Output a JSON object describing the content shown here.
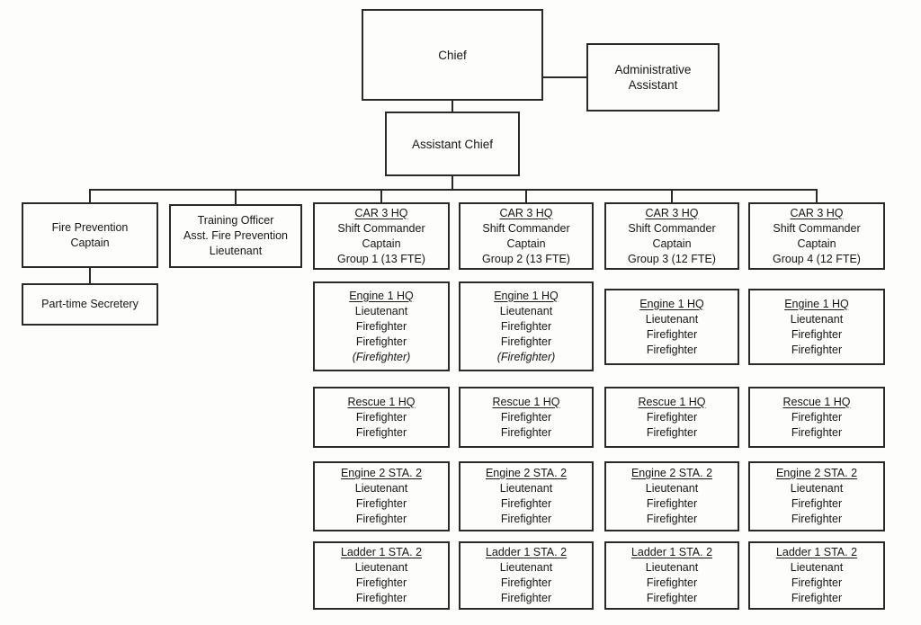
{
  "org": {
    "chief": {
      "label": "Chief"
    },
    "admin_assistant": {
      "lines": [
        "Administrative",
        "Assistant"
      ]
    },
    "assistant_chief": {
      "label": "Assistant Chief"
    },
    "fire_prevention_captain": {
      "lines": [
        "Fire Prevention",
        "Captain"
      ]
    },
    "part_time_secretary": {
      "label": "Part-time Secretery"
    },
    "training_officer": {
      "lines": [
        "Training Officer",
        "Asst. Fire Prevention",
        "Lieutenant"
      ]
    },
    "shift_groups": [
      {
        "header": "CAR 3 HQ",
        "lines": [
          "Shift Commander",
          "Captain",
          "Group 1 (13 FTE)"
        ]
      },
      {
        "header": "CAR 3 HQ",
        "lines": [
          "Shift Commander",
          "Captain",
          "Group 2 (13 FTE)"
        ]
      },
      {
        "header": "CAR 3 HQ",
        "lines": [
          "Shift Commander",
          "Captain",
          "Group 3 (12 FTE)"
        ]
      },
      {
        "header": "CAR 3 HQ",
        "lines": [
          "Shift Commander",
          "Captain",
          "Group 4 (12 FTE)"
        ]
      }
    ],
    "columns": [
      {
        "units": [
          {
            "header": "Engine 1 HQ",
            "lines": [
              "Lieutenant",
              "Firefighter",
              "Firefighter",
              "(Firefighter)"
            ]
          },
          {
            "header": "Rescue 1 HQ",
            "lines": [
              "Firefighter",
              "Firefighter"
            ]
          },
          {
            "header": "Engine 2 STA. 2",
            "lines": [
              "Lieutenant",
              "Firefighter",
              "Firefighter"
            ]
          },
          {
            "header": "Ladder 1 STA. 2",
            "lines": [
              "Lieutenant",
              "Firefighter",
              "Firefighter"
            ]
          }
        ]
      },
      {
        "units": [
          {
            "header": "Engine 1 HQ",
            "lines": [
              "Lieutenant",
              "Firefighter",
              "Firefighter",
              "(Firefighter)"
            ]
          },
          {
            "header": "Rescue 1 HQ",
            "lines": [
              "Firefighter",
              "Firefighter"
            ]
          },
          {
            "header": "Engine 2 STA. 2",
            "lines": [
              "Lieutenant",
              "Firefighter",
              "Firefighter"
            ]
          },
          {
            "header": "Ladder 1 STA. 2",
            "lines": [
              "Lieutenant",
              "Firefighter",
              "Firefighter"
            ]
          }
        ]
      },
      {
        "units": [
          {
            "header": "Engine 1 HQ",
            "lines": [
              "Lieutenant",
              "Firefighter",
              "Firefighter"
            ]
          },
          {
            "header": "Rescue 1 HQ",
            "lines": [
              "Firefighter",
              "Firefighter"
            ]
          },
          {
            "header": "Engine 2 STA. 2",
            "lines": [
              "Lieutenant",
              "Firefighter",
              "Firefighter"
            ]
          },
          {
            "header": "Ladder 1 STA. 2",
            "lines": [
              "Lieutenant",
              "Firefighter",
              "Firefighter"
            ]
          }
        ]
      },
      {
        "units": [
          {
            "header": "Engine 1 HQ",
            "lines": [
              "Lieutenant",
              "Firefighter",
              "Firefighter"
            ]
          },
          {
            "header": "Rescue 1 HQ",
            "lines": [
              "Firefighter",
              "Firefighter"
            ]
          },
          {
            "header": "Engine 2 STA. 2",
            "lines": [
              "Lieutenant",
              "Firefighter",
              "Firefighter"
            ]
          },
          {
            "header": "Ladder 1 STA. 2",
            "lines": [
              "Lieutenant",
              "Firefighter",
              "Firefighter"
            ]
          }
        ]
      }
    ]
  }
}
